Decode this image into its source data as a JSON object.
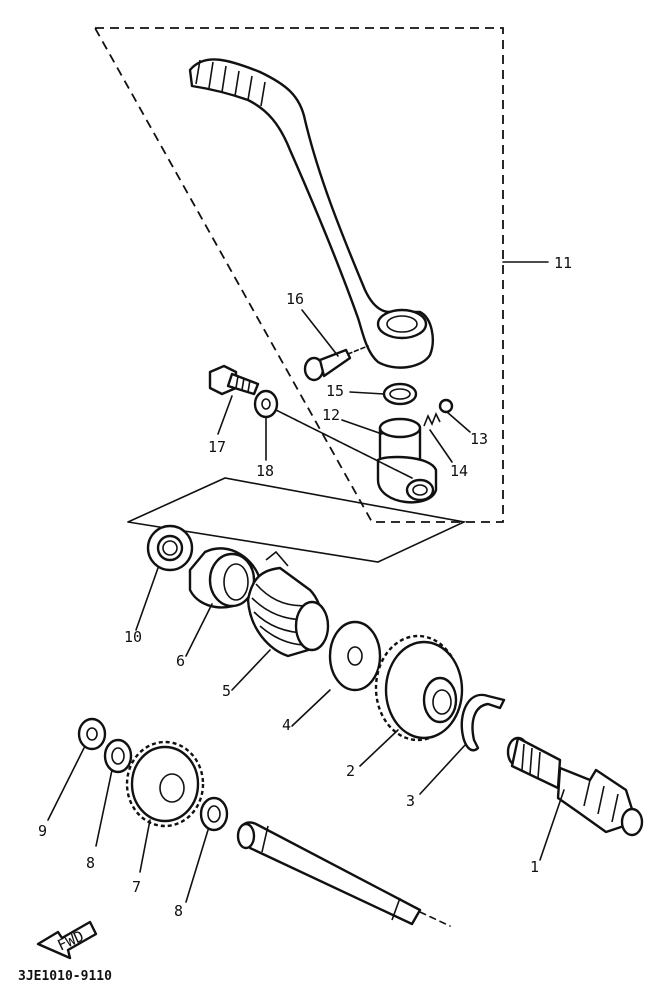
{
  "callouts": {
    "p1": "1",
    "p2": "2",
    "p3": "3",
    "p4": "4",
    "p5": "5",
    "p6": "6",
    "p7": "7",
    "p8a": "8",
    "p8b": "8",
    "p9": "9",
    "p10": "10",
    "p11": "11",
    "p12": "12",
    "p13": "13",
    "p14": "14",
    "p15": "15",
    "p16": "16",
    "p17": "17",
    "p18": "18"
  },
  "fwd_label": "FWD",
  "figure_code": "3JE1010-9110"
}
